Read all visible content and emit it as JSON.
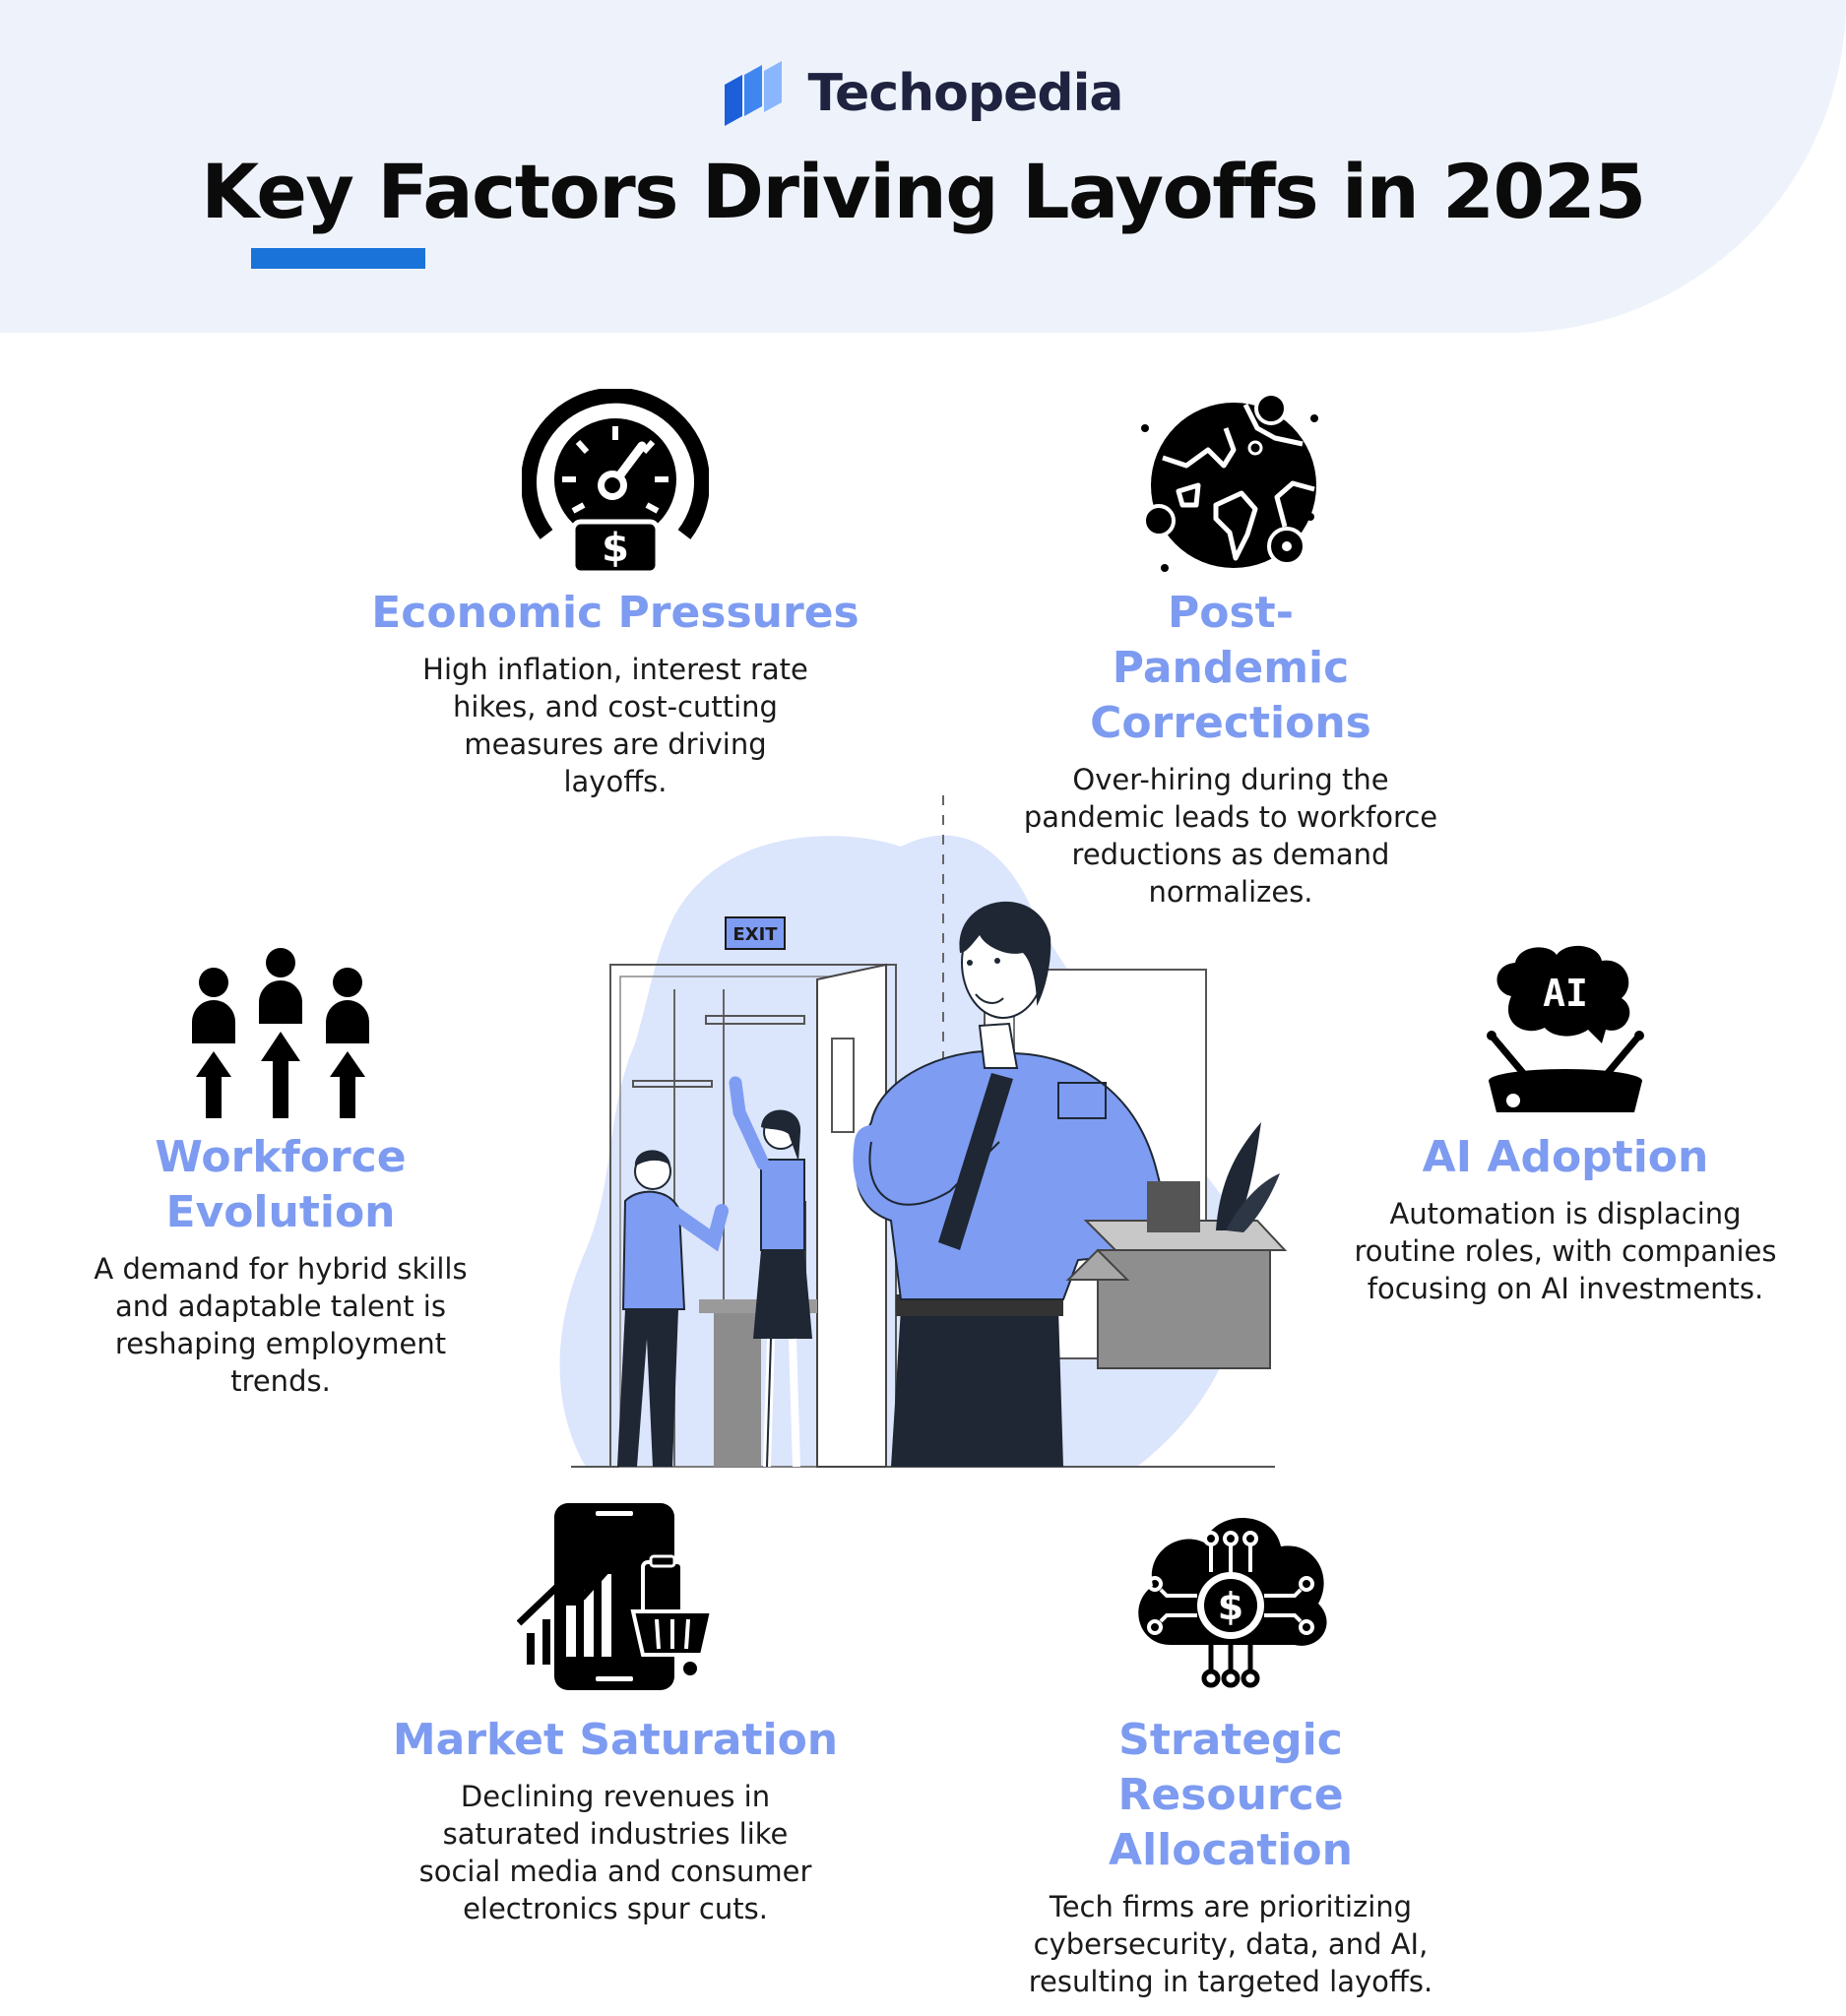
{
  "brand": {
    "name": "Techopedia"
  },
  "title": "Key Factors Driving Layoffs in 2025",
  "illustration": {
    "exit_sign": "EXIT"
  },
  "factors": [
    {
      "id": "economic",
      "icon": "speedometer-dollar-icon",
      "title": "Economic Pressures",
      "description": "High inflation, interest rate hikes, and cost-cutting measures are driving layoffs."
    },
    {
      "id": "pandemic",
      "icon": "globe-virus-icon",
      "title": "Post-Pandemic Corrections",
      "description": "Over-hiring during the pandemic leads to workforce reductions as demand normalizes."
    },
    {
      "id": "workforce",
      "icon": "people-growth-icon",
      "title": "Workforce Evolution",
      "description": "A demand for hybrid skills and adaptable talent is reshaping employment trends."
    },
    {
      "id": "ai",
      "icon": "ai-brain-hologram-icon",
      "title": "AI Adoption",
      "description": "Automation is displacing routine roles, with companies focusing on AI investments."
    },
    {
      "id": "market",
      "icon": "phone-market-chart-icon",
      "title": "Market Saturation",
      "description": "Declining revenues in saturated industries like social media and consumer electronics spur cuts."
    },
    {
      "id": "strategic",
      "icon": "cloud-dollar-circuit-icon",
      "title": "Strategic Resource Allocation",
      "description": "Tech firms are prioritizing cybersecurity, data, and AI, resulting in targeted layoffs."
    }
  ],
  "colors": {
    "accent": "#7d9bf0",
    "underline": "#1a73d9",
    "header_bg": "#eef3fb",
    "illustration_blue": "#7e9cf2",
    "illustration_bg": "#dbe5fc"
  }
}
